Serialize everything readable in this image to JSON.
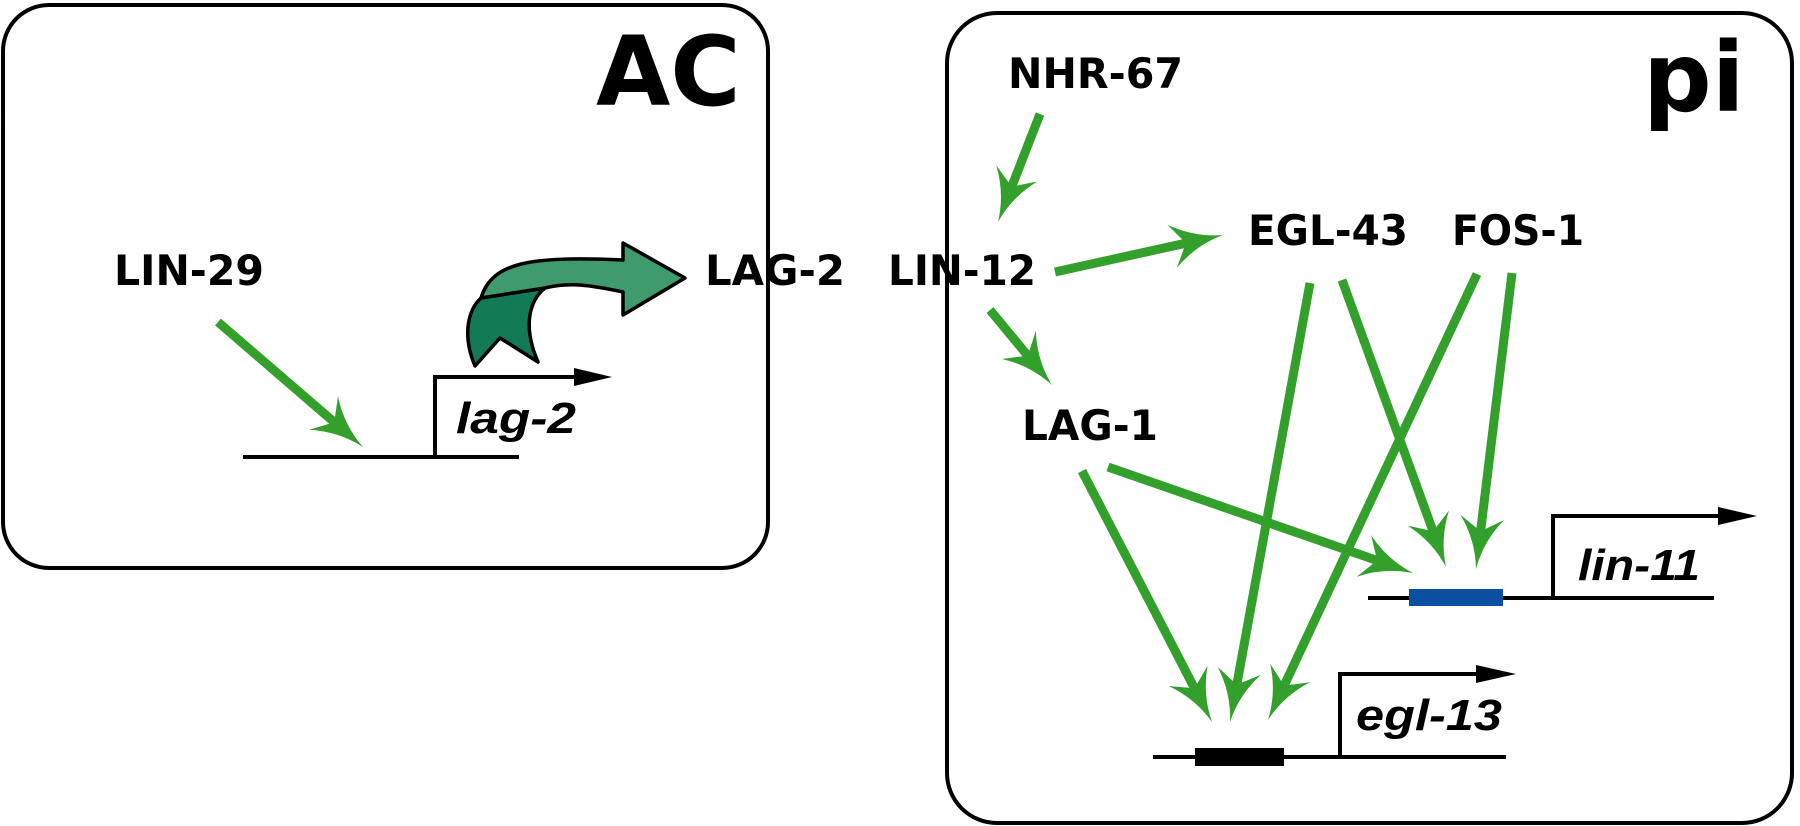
{
  "diagram": {
    "colors": {
      "activation": "#33a02c",
      "curved_arrow_light": "#3f9a6e",
      "curved_arrow_dark": "#127a55",
      "lin11_element": "#0b50a0",
      "egl13_element": "#000000"
    },
    "panels": [
      {
        "id": "ac",
        "title": "AC"
      },
      {
        "id": "pi",
        "title": "pi"
      }
    ],
    "nodes": {
      "lin29": "LIN-29",
      "lag2_protein": "LAG-2",
      "lin12": "LIN-12",
      "nhr67": "NHR-67",
      "egl43": "EGL-43",
      "fos1": "FOS-1",
      "lag1": "LAG-1"
    },
    "genes": {
      "lag2": "lag-2",
      "lin11": "lin-11",
      "egl13": "egl-13"
    },
    "edges": [
      {
        "from": "LIN-29",
        "to": "lag-2",
        "type": "activation"
      },
      {
        "from": "lag-2",
        "to": "LAG-2",
        "type": "expression"
      },
      {
        "from": "NHR-67",
        "to": "LIN-12",
        "type": "activation"
      },
      {
        "from": "LIN-12",
        "to": "EGL-43",
        "type": "activation"
      },
      {
        "from": "LIN-12",
        "to": "LAG-1",
        "type": "activation"
      },
      {
        "from": "LAG-1",
        "to": "lin-11",
        "type": "activation"
      },
      {
        "from": "LAG-1",
        "to": "egl-13",
        "type": "activation"
      },
      {
        "from": "EGL-43",
        "to": "lin-11",
        "type": "activation"
      },
      {
        "from": "EGL-43",
        "to": "egl-13",
        "type": "activation"
      },
      {
        "from": "FOS-1",
        "to": "lin-11",
        "type": "activation"
      },
      {
        "from": "FOS-1",
        "to": "egl-13",
        "type": "activation"
      }
    ]
  }
}
